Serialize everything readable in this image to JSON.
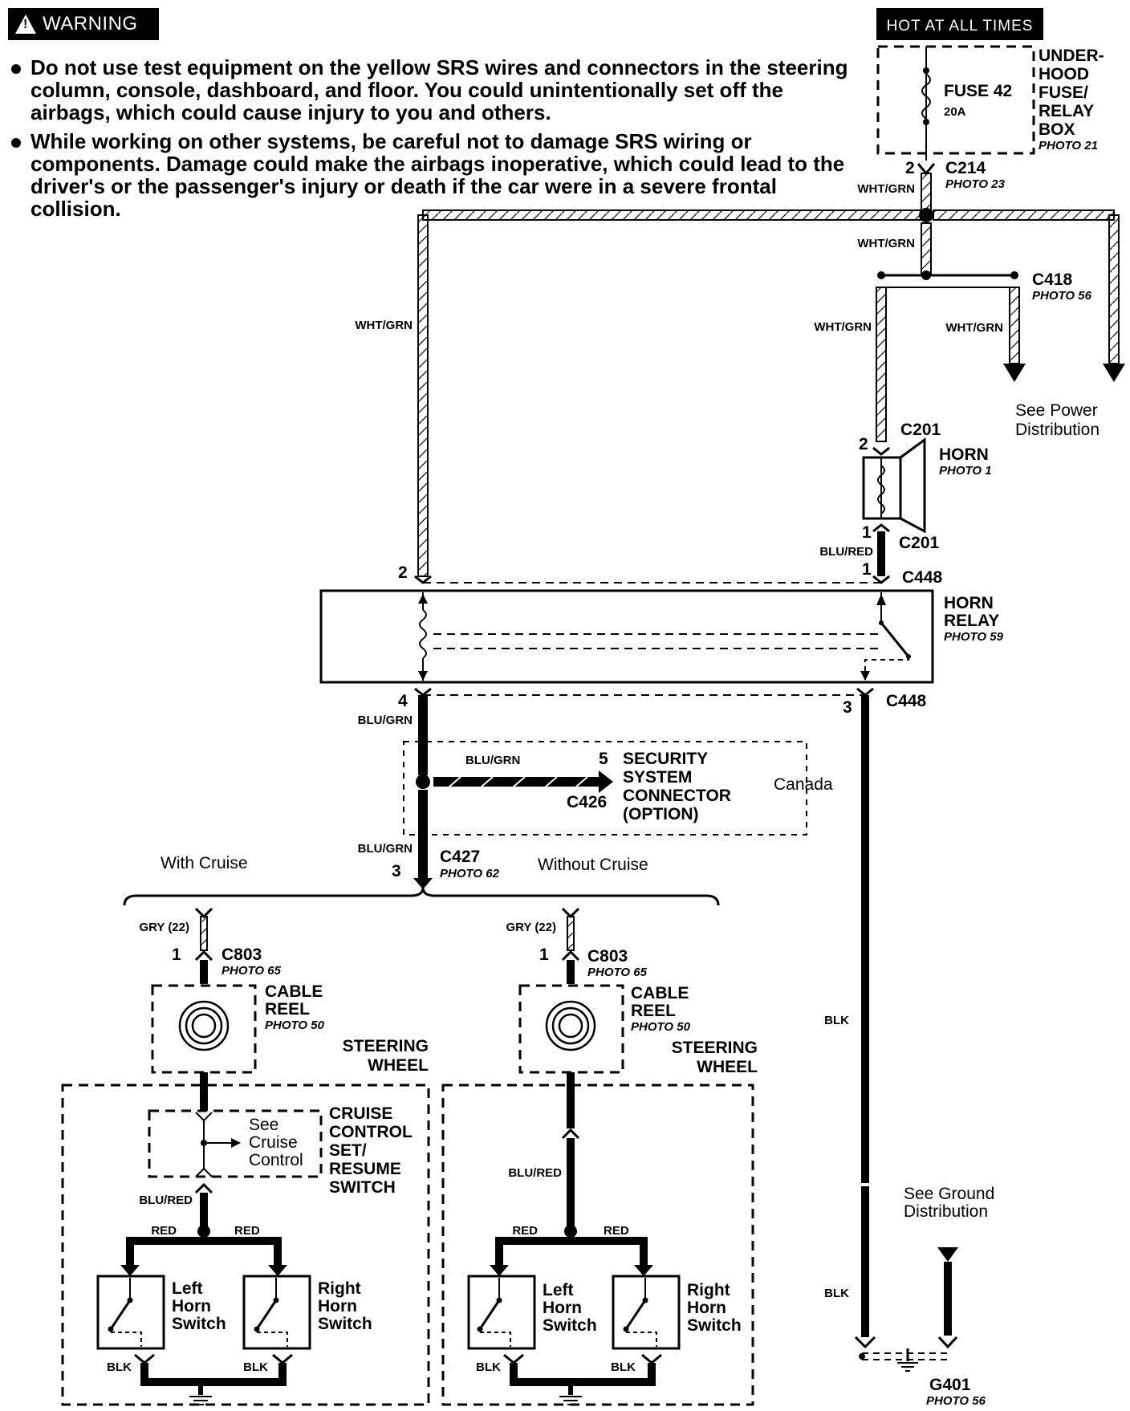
{
  "warning": {
    "badge": "WARNING",
    "bullets": [
      "Do not use test equipment on the yellow SRS wires and connectors in the steering column, console, dashboard, and floor. You could unintentionally set off the airbags, which could cause injury to you and others.",
      "While working on other systems, be careful not to damage SRS wiring or components. Damage could make the airbags inoperative, which could lead to the driver's or the passenger's injury or death if the car were in a severe frontal collision."
    ]
  },
  "power": {
    "hot_label": "HOT AT ALL TIMES",
    "box": [
      "UNDER-",
      "HOOD",
      "FUSE/",
      "RELAY",
      "BOX"
    ],
    "box_photo": "PHOTO 21",
    "fuse": "FUSE 42",
    "fuse_rating": "20A",
    "c214": "C214",
    "c214_pin": "2",
    "c214_photo": "PHOTO 23",
    "c418": "C418",
    "c418_photo": "PHOTO 56",
    "see_power": [
      "See Power",
      "Distribution"
    ]
  },
  "wires": {
    "wht_grn": "WHT/GRN",
    "blu_red": "BLU/RED",
    "blu_grn": "BLU/GRN",
    "blk": "BLK",
    "gry": "GRY (22)",
    "red": "RED"
  },
  "horn": {
    "name": "HORN",
    "photo": "PHOTO 1",
    "c201": "C201",
    "pin2": "2",
    "pin1": "1"
  },
  "relay": {
    "name": [
      "HORN",
      "RELAY"
    ],
    "photo": "PHOTO 59",
    "c448": "C448",
    "pin1": "1",
    "pin2": "2",
    "pin3": "3",
    "pin4": "4"
  },
  "security": {
    "pin": "5",
    "name": [
      "SECURITY",
      "SYSTEM",
      "CONNECTOR",
      "(OPTION)"
    ],
    "connector": "C426",
    "region": "Canada"
  },
  "c427": {
    "name": "C427",
    "pin": "3",
    "photo": "PHOTO 62"
  },
  "variants": {
    "with_cruise": "With Cruise",
    "without_cruise": "Without Cruise"
  },
  "steering": {
    "c803": "C803",
    "c803_pin": "1",
    "c803_photo": "PHOTO 65",
    "cable_reel": [
      "CABLE",
      "REEL"
    ],
    "cable_reel_photo": "PHOTO 50",
    "steering_wheel": [
      "STEERING",
      "WHEEL"
    ],
    "cruise_switch": [
      "CRUISE",
      "CONTROL",
      "SET/",
      "RESUME",
      "SWITCH"
    ],
    "see_cruise": [
      "See",
      "Cruise",
      "Control"
    ],
    "left_switch": [
      "Left",
      "Horn",
      "Switch"
    ],
    "right_switch": [
      "Right",
      "Horn",
      "Switch"
    ]
  },
  "ground": {
    "see_ground": [
      "See Ground",
      "Distribution"
    ],
    "g401": "G401",
    "g401_photo": "PHOTO 56"
  }
}
